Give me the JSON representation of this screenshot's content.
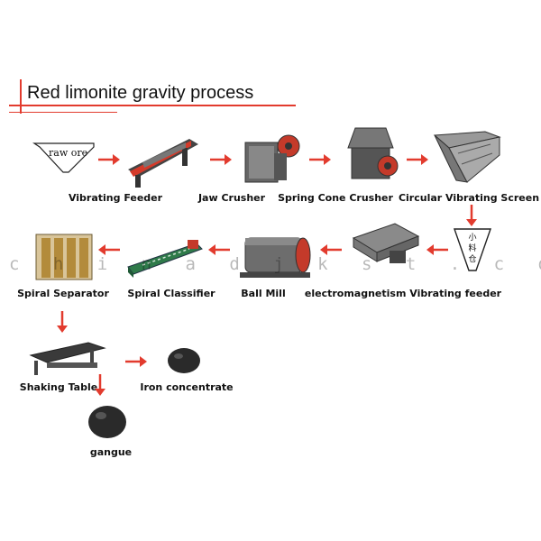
{
  "title": "Red limonite gravity process",
  "colors": {
    "accent": "#e23b2e",
    "text": "#111111"
  },
  "raw_ore_label": "raw ore",
  "bin_label": "小\n料\n仓",
  "watermark": "c h i n a d j k s t . c o m",
  "steps": {
    "vibrating_feeder": "Vibrating Feeder",
    "jaw_crusher": "Jaw Crusher",
    "spring_cone_crusher": "Spring Cone Crusher",
    "circular_vibrating_screen": "Circular Vibrating Screen",
    "electromagnetism_vibrating_feeder": "electromagnetism Vibrating feeder",
    "ball_mill": "Ball Mill",
    "spiral_classifier": "Spiral Classifier",
    "spiral_separator": "Spiral Separator",
    "shaking_table": "Shaking Table",
    "iron_concentrate": "Iron concentrate",
    "gangue": "gangue"
  }
}
